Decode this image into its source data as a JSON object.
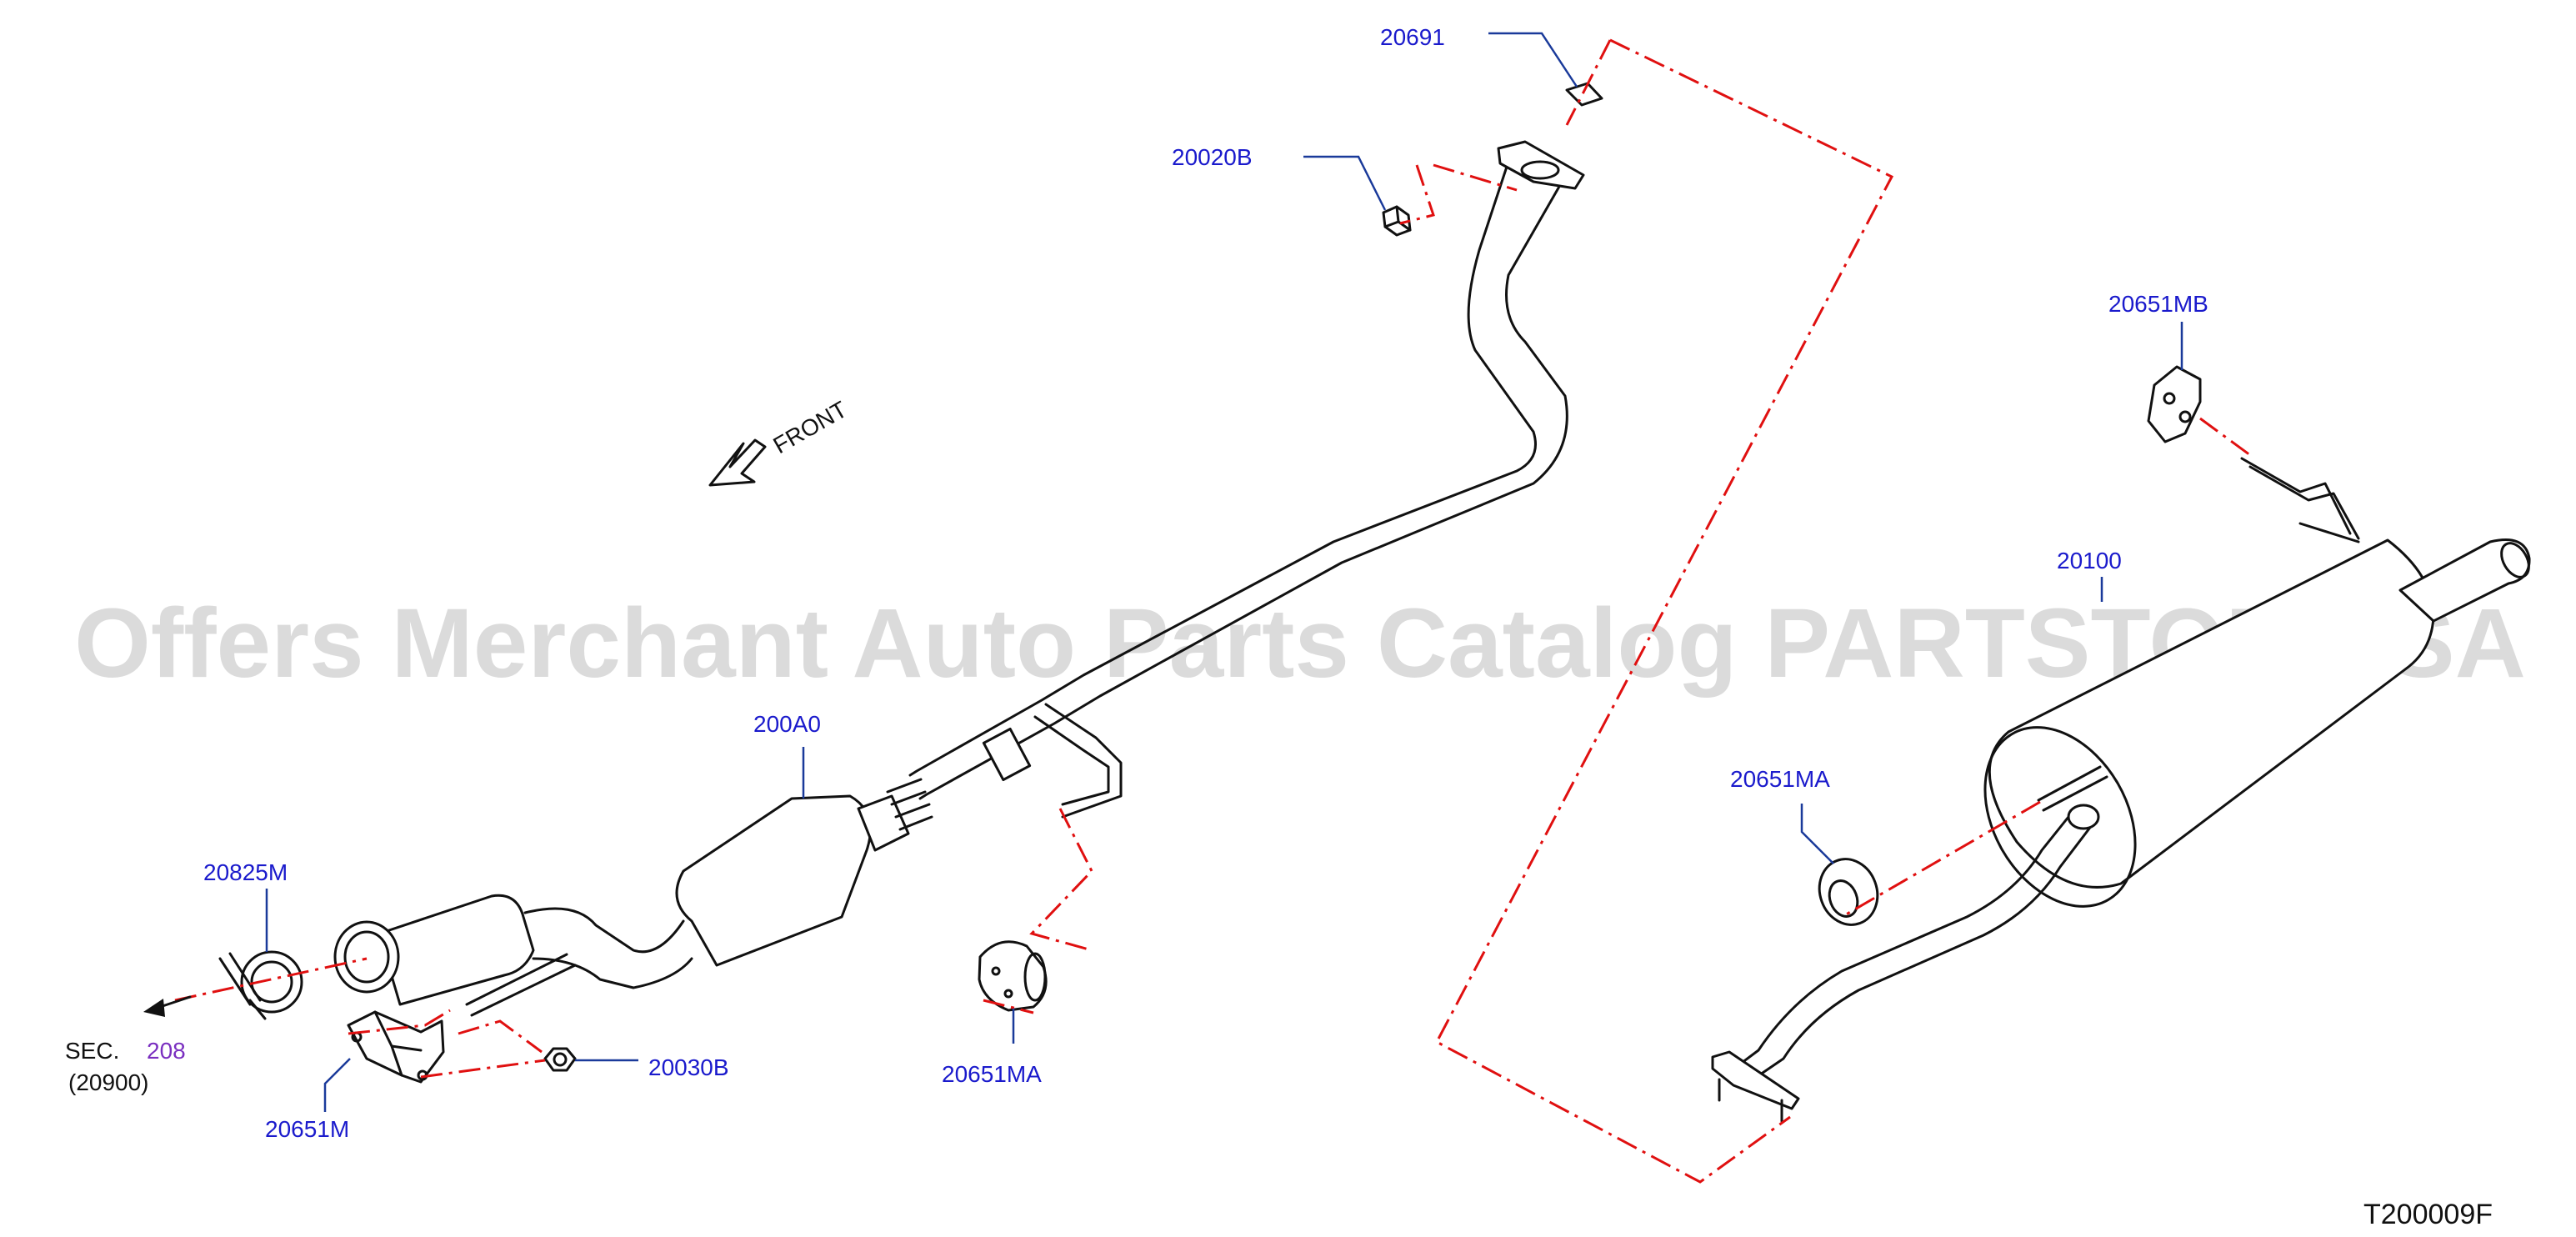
{
  "watermark": "Offers Merchant Auto Parts Catalog PARTSTORE.SA",
  "diagram_code": "T200009F",
  "direction_label": "FRONT",
  "section_ref": {
    "prefix": "SEC.",
    "number": "208",
    "sub": "(20900)"
  },
  "parts": {
    "gasket_top": "20691",
    "nut_top": "20020B",
    "mount_upper_right": "20651MB",
    "main_muffler": "20100",
    "mount_muffler": "20651MA",
    "center_pipe": "200A0",
    "clamp": "20825M",
    "mount_front_bracket": "20651M",
    "nut_front": "20030B",
    "mount_center": "20651MA"
  },
  "colors": {
    "label": "#1a1acc",
    "section_link": "#7a2fc0",
    "dash_line": "#e01010",
    "leader": "#1a3a9a"
  }
}
